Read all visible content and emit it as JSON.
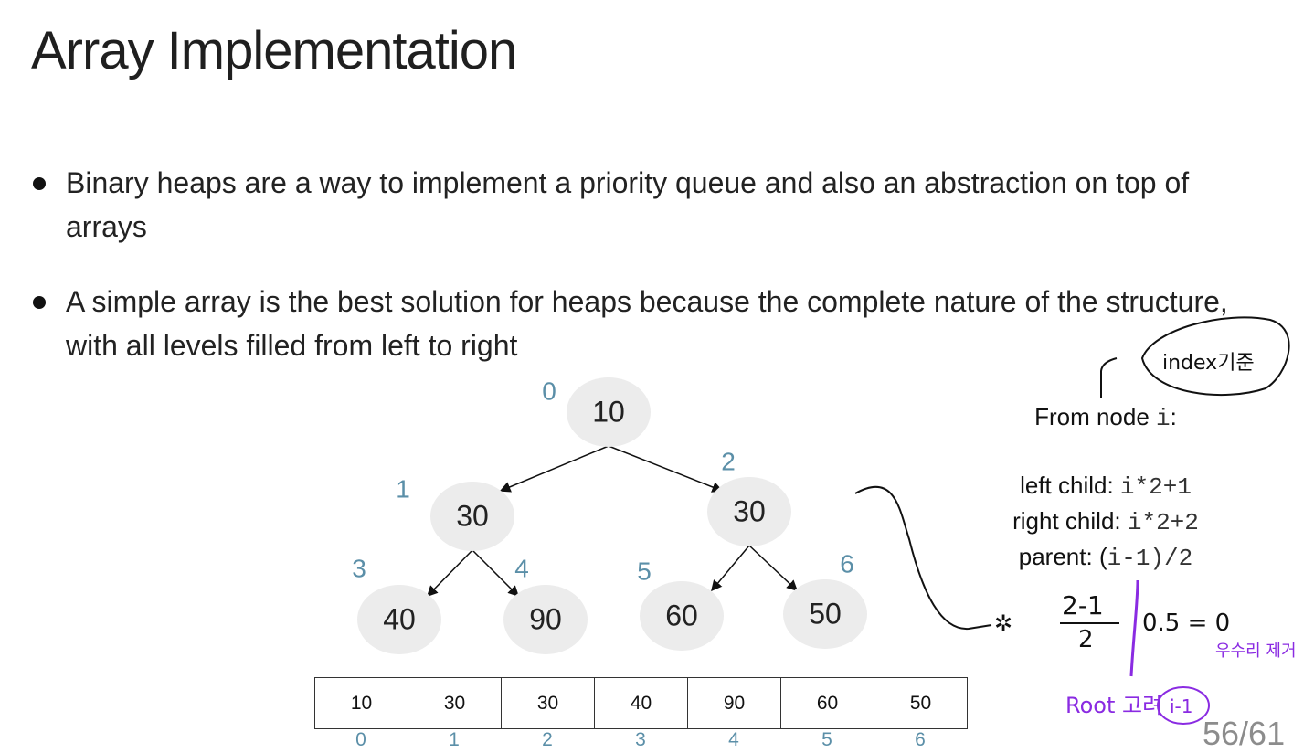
{
  "slide": {
    "title": "Array Implementation",
    "page_indicator": "56/61"
  },
  "bullets": [
    "Binary heaps are a way to implement a priority queue and also an abstraction on top of arrays",
    "A simple array is the best solution for heaps because the complete nature of the structure, with all levels filled from left to right"
  ],
  "heap": {
    "nodes": [
      {
        "index": "0",
        "value": "10"
      },
      {
        "index": "1",
        "value": "30"
      },
      {
        "index": "2",
        "value": "30"
      },
      {
        "index": "3",
        "value": "40"
      },
      {
        "index": "4",
        "value": "90"
      },
      {
        "index": "5",
        "value": "60"
      },
      {
        "index": "6",
        "value": "50"
      }
    ]
  },
  "array": {
    "values": [
      "10",
      "30",
      "30",
      "40",
      "90",
      "60",
      "50"
    ],
    "indices": [
      "0",
      "1",
      "2",
      "3",
      "4",
      "5",
      "6"
    ]
  },
  "formulas": {
    "from_node_label": "From node ",
    "from_node_var": "i",
    "from_node_colon": ":",
    "left_child_label": "left child: ",
    "left_child_expr": "i*2+1",
    "right_child_label": "right child: ",
    "right_child_expr": "i*2+2",
    "parent_label": "parent: ",
    "parent_paren_open": "(",
    "parent_expr": "i-1)/2"
  },
  "annotations": {
    "index_note": "index기준",
    "calc_numerator": "2-1",
    "calc_denominator": "2",
    "calc_result": "0.5 = 0",
    "calc_note": "우수리 제거",
    "root_note": "Root 고려",
    "root_circled": "i-1",
    "ink_color": "#8a2be2",
    "accent_index_color": "#5b8fa8"
  }
}
